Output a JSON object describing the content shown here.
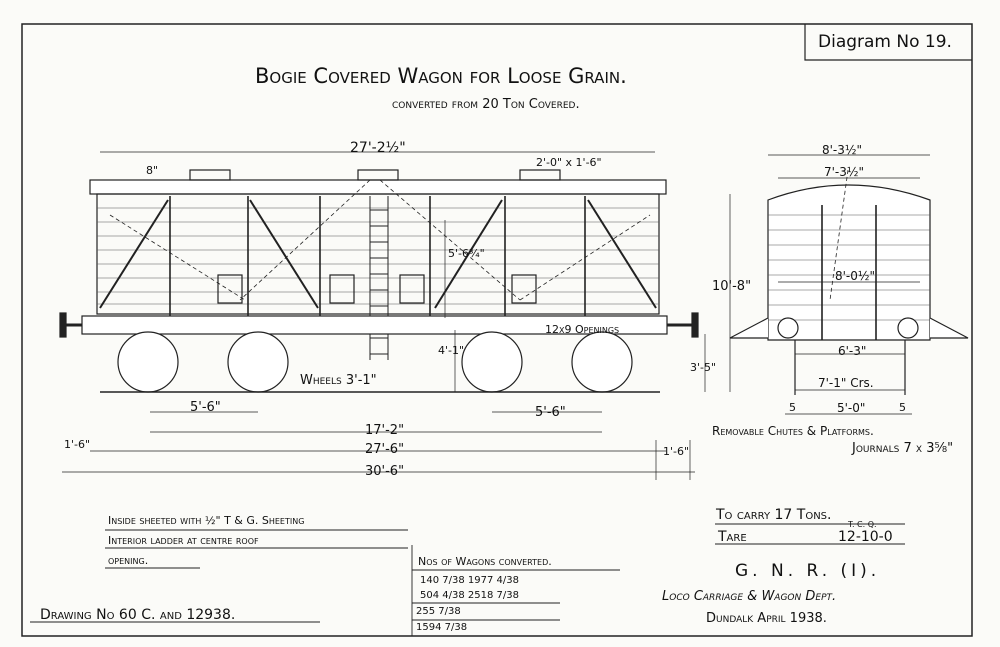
{
  "diagram_no": "Diagram No 19.",
  "title": "Bogie Covered Wagon for Loose Grain.",
  "subtitle": "converted from 20 Ton Covered.",
  "dimensions": {
    "body_length": "27'-2½\"",
    "end_height": "8\"",
    "hatch_size": "2'-0\" x 1'-6\"",
    "ladder_height": "5'-6¾\"",
    "body_height": "10'-8\"",
    "floor_height": "4'-1\"",
    "floor_to_rail": "3'-5\"",
    "wheels": "Wheels 3'-1\"",
    "bogie_wb_left": "5'-6\"",
    "bogie_wb_right": "5'-6\"",
    "bogie_centres": "17'-2\"",
    "underframe_length": "27'-6\"",
    "overall_length": "30'-6\"",
    "buffer_left": "1'-6\"",
    "buffer_right": "1'-6\"",
    "openings": "12x9 Openings",
    "end_overall_width": "8'-3½\"",
    "end_roof_width": "7'-3½\"",
    "end_inside_width": "8'-0½\"",
    "end_frame_width": "6'-3\"",
    "end_crs": "7'-1\" Crs.",
    "end_journal_left": "5",
    "end_track": "5'-0\"",
    "end_journal_right": "5"
  },
  "notes": {
    "chutes": "Removable Chutes & Platforms.",
    "journals": "Journals 7 x 3⅝\"",
    "sheeting": "Inside sheeted with ½\" T & G. Sheeting",
    "ladder": "Interior ladder at centre roof",
    "ladder_2": "opening."
  },
  "conversions": {
    "header": "Nos of Wagons converted.",
    "rows": [
      "140  7/38   1977  4/38",
      "504  4/38   2518  7/38",
      "255  7/38",
      "1594  7/38"
    ]
  },
  "capacity": {
    "carry": "To carry 17 Tons.",
    "tare_label": "Tare",
    "tcq": "T.  C.  Q.",
    "tare_value": "12-10-0"
  },
  "railway": "G. N. R. (I).",
  "department": "Loco Carriage & Wagon Dept.",
  "place_date": "Dundalk April 1938.",
  "drawing_no": "Drawing No 60 C. and 12938."
}
